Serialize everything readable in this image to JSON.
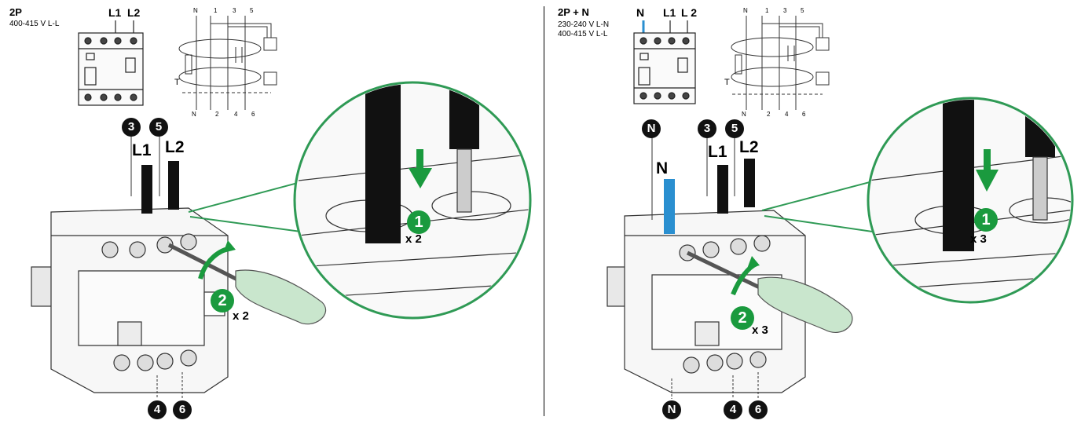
{
  "left": {
    "title": "2P",
    "voltage_lines": [
      "400-415 V L-L"
    ],
    "mini_labels": [
      "L1",
      "L2"
    ],
    "schematic_top": [
      "N",
      "1",
      "3",
      "5"
    ],
    "schematic_bottom": [
      "N",
      "2",
      "4",
      "6"
    ],
    "schematic_test": "T",
    "top_badges": [
      "3",
      "5"
    ],
    "cable_labels": [
      "L1",
      "L2"
    ],
    "step1": "1",
    "step1_mult": "x 2",
    "step2": "2",
    "step2_mult": "x 2",
    "bottom_badges": [
      "4",
      "6"
    ]
  },
  "right": {
    "title": "2P + N",
    "voltage_lines": [
      "230-240 V L-N",
      "400-415 V L-L"
    ],
    "mini_labels": [
      "N",
      "L1",
      "L 2"
    ],
    "schematic_top": [
      "N",
      "1",
      "3",
      "5"
    ],
    "schematic_bottom": [
      "N",
      "2",
      "4",
      "6"
    ],
    "schematic_test": "T",
    "top_badges": [
      "N",
      "3",
      "5"
    ],
    "cable_labels": [
      "N",
      "L1",
      "L2"
    ],
    "step1": "1",
    "step1_mult": "x 3",
    "step2": "2",
    "step2_mult": "x 3",
    "bottom_badges": [
      "N",
      "4",
      "6"
    ]
  },
  "colors": {
    "accent_green": "#1a9a3e",
    "zoom_green": "#2f9a55",
    "neutral_blue": "#2a8fd0",
    "screwdriver_handle": "#c9e6cd",
    "cable_black": "#111111"
  }
}
